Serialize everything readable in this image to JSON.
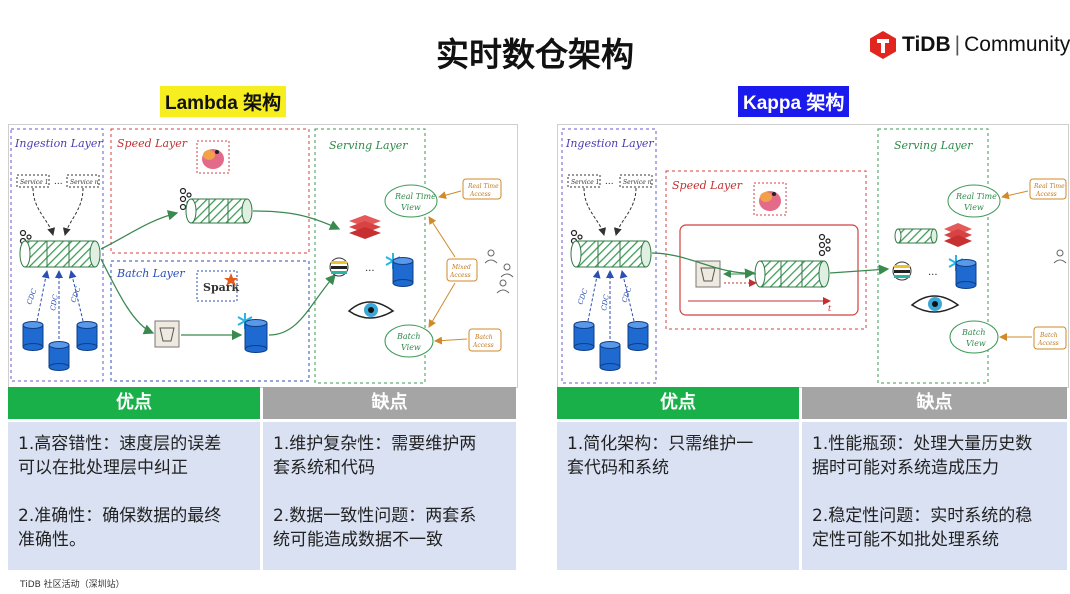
{
  "title": "实时数仓架构",
  "logo": {
    "brand": "TiDB",
    "divider": "|",
    "suffix": "Community"
  },
  "lambda": {
    "heading": "Lambda 架构",
    "diagram": {
      "ingestion": "Ingestion Layer",
      "speed": "Speed Layer",
      "batch": "Batch Layer",
      "serving": "Serving Layer",
      "service1": "Service 1",
      "serviceN": "Service n",
      "ellipsis": "...",
      "cdc": "CDC",
      "spark": "Spark",
      "realtime_view": [
        "Real Time",
        "View"
      ],
      "batch_view": [
        "Batch",
        "View"
      ],
      "realtime_access": [
        "Real Time",
        "Access"
      ],
      "mixed_access": [
        "Mixed",
        "Access"
      ],
      "batch_access": [
        "Batch",
        "Access"
      ]
    },
    "pros_label": "优点",
    "cons_label": "缺点",
    "pros": "1.高容错性：速度层的误差\n可以在批处理层中纠正\n\n2.准确性：确保数据的最终\n准确性。",
    "cons": "1.维护复杂性：需要维护两\n套系统和代码\n\n2.数据一致性问题：两套系\n统可能造成数据不一致"
  },
  "kappa": {
    "heading": "Kappa 架构",
    "diagram": {
      "ingestion": "Ingestion Layer",
      "speed": "Speed Layer",
      "serving": "Serving Layer",
      "service1": "Service 1",
      "serviceN": "Service n",
      "ellipsis": "...",
      "cdc": "CDC",
      "t": "t",
      "realtime_view": [
        "Real Time",
        "View"
      ],
      "batch_view": [
        "Batch",
        "View"
      ],
      "realtime_access": [
        "Real Time",
        "Access"
      ],
      "batch_access": [
        "Batch",
        "Access"
      ]
    },
    "pros_label": "优点",
    "cons_label": "缺点",
    "pros": "1.简化架构：只需维护一\n套代码和系统",
    "cons": "1.性能瓶颈：处理大量历史数\n据时可能对系统造成压力\n\n2.稳定性问题：实时系统的稳\n定性可能不如批处理系统"
  },
  "footer": "TiDB 社区活动（深圳站）",
  "colors": {
    "pros_header": "#19b04a",
    "cons_header": "#a5a5a5",
    "cell_bg": "#d9e1f2",
    "lambda_tag": "#f6ee1e",
    "kappa_tag": "#1a1aee",
    "logo_red": "#e0261e"
  }
}
